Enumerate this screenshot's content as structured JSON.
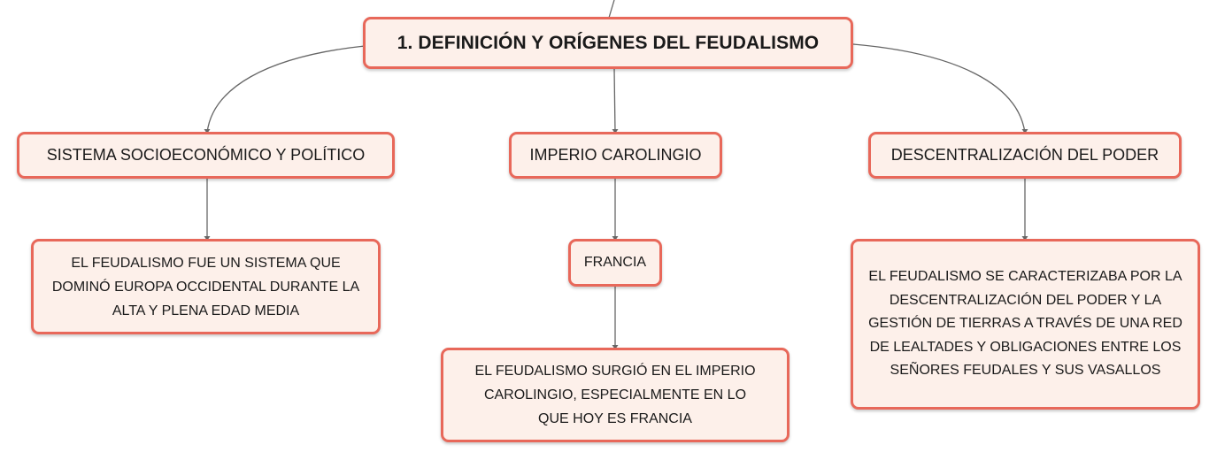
{
  "diagram": {
    "root": {
      "label": "1. DEFINICIÓN Y ORÍGENES DEL FEUDALISMO"
    },
    "branches": [
      {
        "label": "SISTEMA SOCIOECONÓMICO Y POLÍTICO",
        "children": [
          {
            "label": "EL FEUDALISMO FUE UN SISTEMA QUE DOMINÓ EUROPA OCCIDENTAL DURANTE LA ALTA Y PLENA EDAD MEDIA"
          }
        ]
      },
      {
        "label": "IMPERIO CAROLINGIO",
        "children": [
          {
            "label": "FRANCIA",
            "children": [
              {
                "label": "EL FEUDALISMO SURGIÓ EN EL IMPERIO CAROLINGIO, ESPECIALMENTE EN LO QUE HOY ES FRANCIA"
              }
            ]
          }
        ]
      },
      {
        "label": "DESCENTRALIZACIÓN DEL PODER",
        "children": [
          {
            "label": "EL FEUDALISMO SE CARACTERIZABA POR LA DESCENTRALIZACIÓN DEL PODER Y LA GESTIÓN DE TIERRAS A TRAVÉS DE UNA RED DE LEALTADES Y OBLIGACIONES ENTRE LOS SEÑORES FEUDALES Y SUS VASALLOS"
          }
        ]
      }
    ]
  },
  "colors": {
    "node_border": "#e8685a",
    "node_fill": "#fdf0ea",
    "connector": "#666666",
    "text": "#1a1a1a"
  }
}
